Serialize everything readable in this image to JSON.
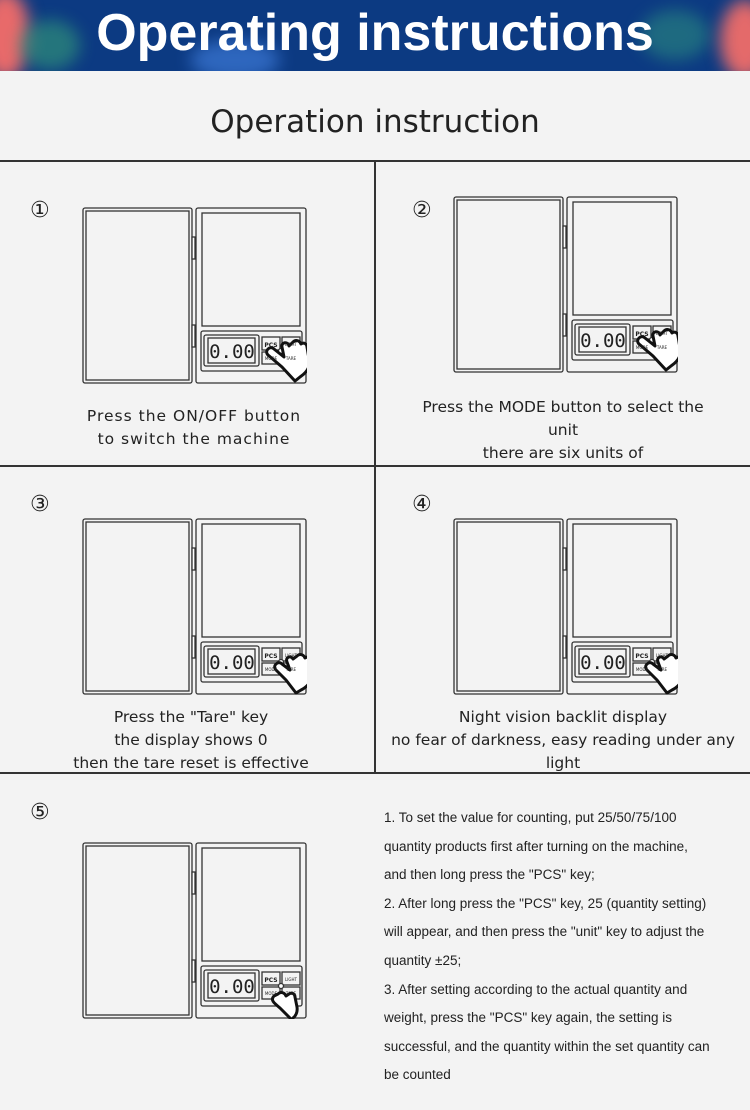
{
  "banner": {
    "title": "Operating instructions",
    "color": "#0c3a82"
  },
  "subtitle": "Operation instruction",
  "scale": {
    "reading": "0.00",
    "pcs": "PCS",
    "light": "LIGHT",
    "mode": "MODE",
    "tare": "TARE"
  },
  "panels": [
    {
      "number": "①",
      "lines": [
        "Press the ON/OFF button",
        "to switch the machine"
      ]
    },
    {
      "number": "②",
      "lines": [
        "Press the MODE button to select the",
        "unit",
        "there are six units of"
      ]
    },
    {
      "number": "③",
      "lines": [
        "Press the \"Tare\" key",
        "the display shows 0",
        "then the tare reset is effective"
      ]
    },
    {
      "number": "④",
      "lines": [
        "Night vision backlit display",
        "no fear of darkness, easy reading under any light"
      ]
    },
    {
      "number": "⑤",
      "steps": [
        "1. To set the value for counting, put 25/50/75/100 quantity products first after turning on the machine, and then long press the \"PCS\" key;",
        "2. After long press the \"PCS\" key, 25 (quantity setting) will appear, and then press the \"unit\" key to adjust the quantity ±25;",
        "3. After setting according to the actual quantity and weight, press the \"PCS\" key again, the setting is successful, and the quantity within the set quantity can be counted"
      ]
    }
  ]
}
